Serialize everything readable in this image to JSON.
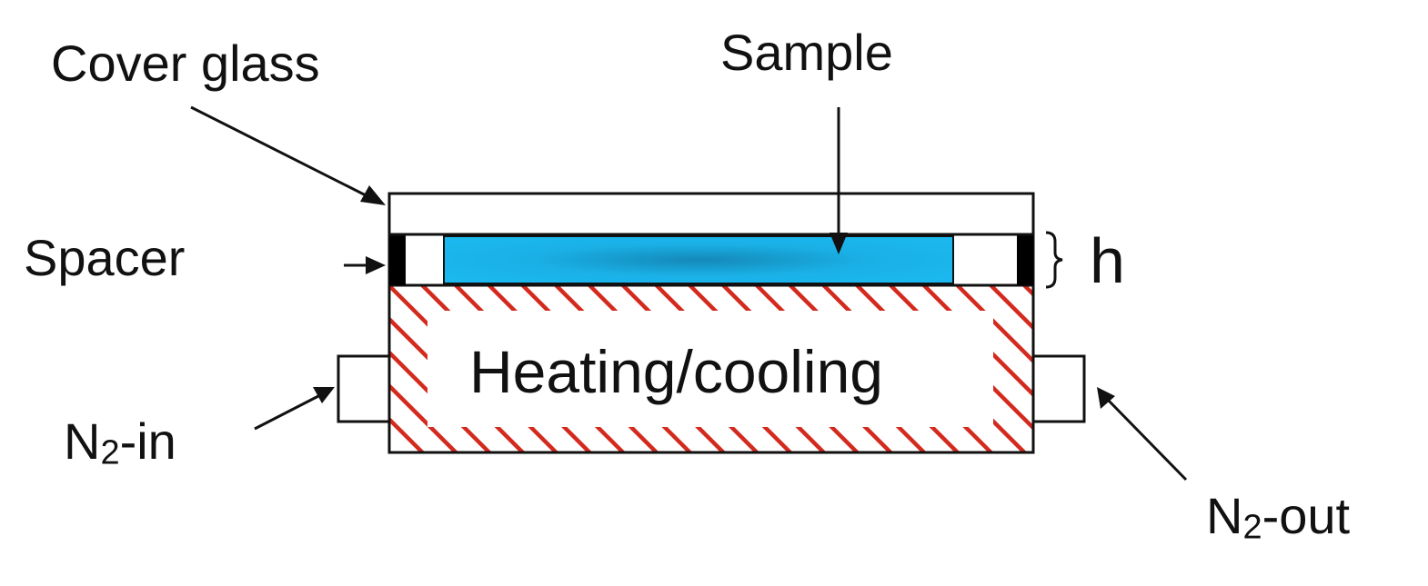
{
  "labels": {
    "cover_glass": "Cover glass",
    "sample": "Sample",
    "spacer": "Spacer",
    "h": "h",
    "heating_cooling": "Heating/cooling",
    "n2_in": {
      "base": "N",
      "sub": "2",
      "suffix": "-in"
    },
    "n2_out": {
      "base": "N",
      "sub": "2",
      "suffix": "-out"
    }
  },
  "colors": {
    "sample_fill": "#1ab8ee",
    "hatch_stroke": "#d42a1e",
    "outline": "#111111",
    "spacer_block": "#000000"
  }
}
